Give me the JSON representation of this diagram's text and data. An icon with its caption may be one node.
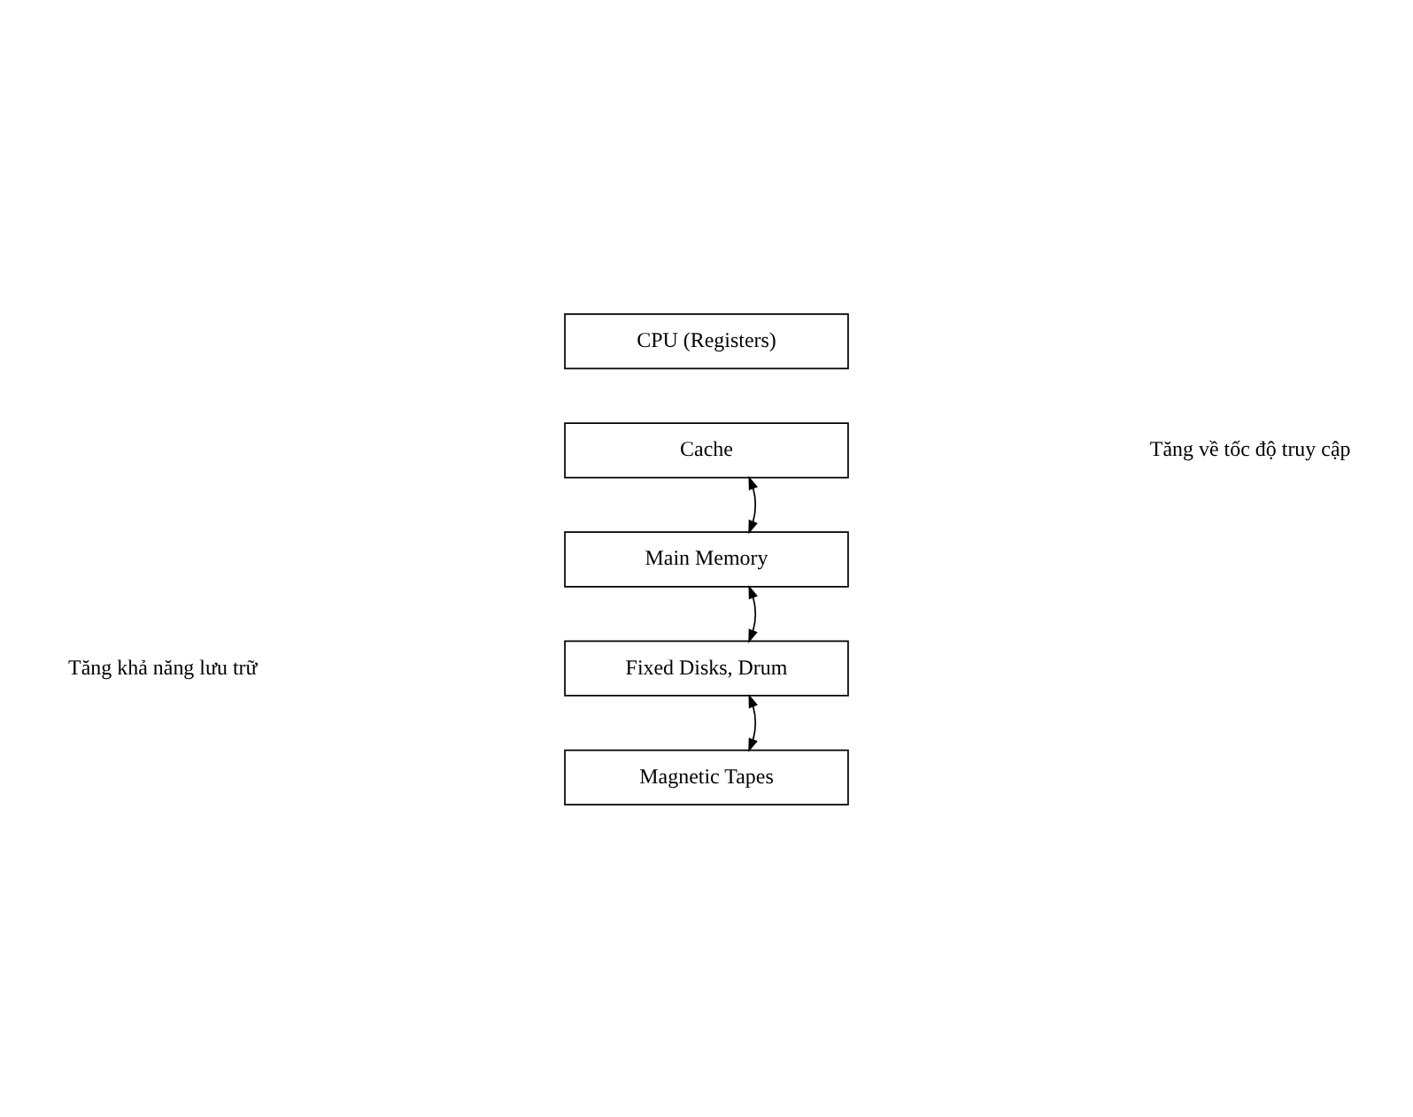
{
  "diagram": {
    "nodes": [
      {
        "text": [
          "CPU (Registers)"
        ]
      },
      {
        "text": [
          "Cache"
        ]
      },
      {
        "text": [
          "Main Memory"
        ]
      },
      {
        "text": [
          "Fixed Disks, Drum"
        ]
      },
      {
        "text": [
          "Magnetic Tapes"
        ]
      }
    ],
    "edges": [
      {
        "from": 1,
        "to": 2,
        "arrow": "both"
      },
      {
        "from": 2,
        "to": 3,
        "arrow": "both"
      },
      {
        "from": 3,
        "to": 4,
        "arrow": "both"
      }
    ],
    "labels": [
      "Tăng về tốc độ truy cập",
      "Tăng khả năng lưu trữ"
    ]
  }
}
